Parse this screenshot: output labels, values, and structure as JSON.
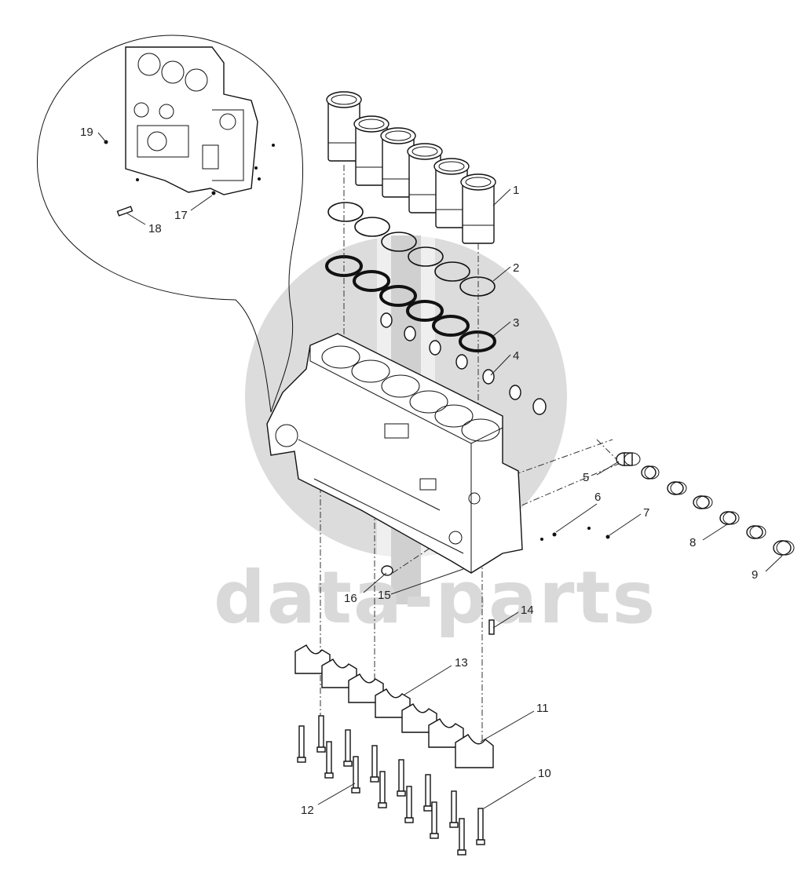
{
  "watermark": {
    "text": "data-parts",
    "color": "#d9d9d9"
  },
  "callouts": {
    "c1": "1",
    "c2": "2",
    "c3": "3",
    "c4": "4",
    "c5": "5",
    "c6": "6",
    "c7": "7",
    "c8": "8",
    "c9": "9",
    "c10": "10",
    "c11": "11",
    "c12": "12",
    "c13": "13",
    "c14": "14",
    "c15": "15",
    "c16": "16",
    "c17": "17",
    "c18": "18",
    "c19": "19"
  }
}
